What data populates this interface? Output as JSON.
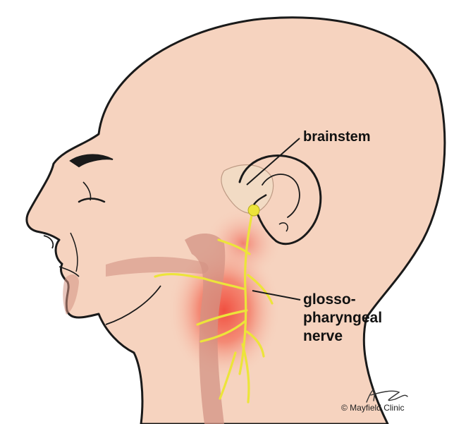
{
  "labels": {
    "brainstem": "brainstem",
    "nerve_line1": "glosso-",
    "nerve_line2": "pharyngeal",
    "nerve_line3": "nerve"
  },
  "credit": "© Mayfield Clinic",
  "colors": {
    "skin": "#f6d3bf",
    "skin_shadow": "#e2ad96",
    "outline": "#1a1a1a",
    "throat": "#d39384",
    "pain_glow": "#f0493a",
    "nerve": "#ece43a",
    "nerve_edge": "#b8ac1e"
  }
}
